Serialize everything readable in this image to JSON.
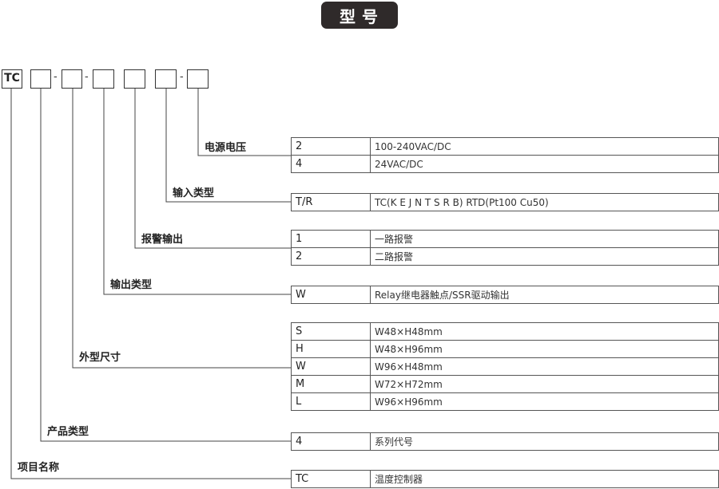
{
  "title": "型号",
  "model_prefix": "TC",
  "categories": [
    {
      "key": "power",
      "label": "电源电压",
      "options": [
        {
          "code": "2",
          "desc": "100-240VAC/DC"
        },
        {
          "code": "4",
          "desc": "24VAC/DC"
        }
      ]
    },
    {
      "key": "input",
      "label": "输入类型",
      "options": [
        {
          "code": "T/R",
          "desc": "TC(K E J N T S R B)  RTD(Pt100 Cu50)"
        }
      ]
    },
    {
      "key": "alarm",
      "label": "报警输出",
      "options": [
        {
          "code": "1",
          "desc": "一路报警"
        },
        {
          "code": "2",
          "desc": "二路报警"
        }
      ]
    },
    {
      "key": "output",
      "label": "输出类型",
      "options": [
        {
          "code": "W",
          "desc": "Relay继电器触点/SSR驱动输出"
        }
      ]
    },
    {
      "key": "size",
      "label": "外型尺寸",
      "options": [
        {
          "code": "S",
          "desc": "W48×H48mm"
        },
        {
          "code": "H",
          "desc": "W48×H96mm"
        },
        {
          "code": "W",
          "desc": "W96×H48mm"
        },
        {
          "code": "M",
          "desc": "W72×H72mm"
        },
        {
          "code": "L",
          "desc": "W96×H96mm"
        }
      ]
    },
    {
      "key": "product",
      "label": "产品类型",
      "options": [
        {
          "code": "4",
          "desc": "系列代号"
        }
      ]
    },
    {
      "key": "item",
      "label": "项目名称",
      "options": [
        {
          "code": "TC",
          "desc": "温度控制器"
        }
      ]
    }
  ]
}
